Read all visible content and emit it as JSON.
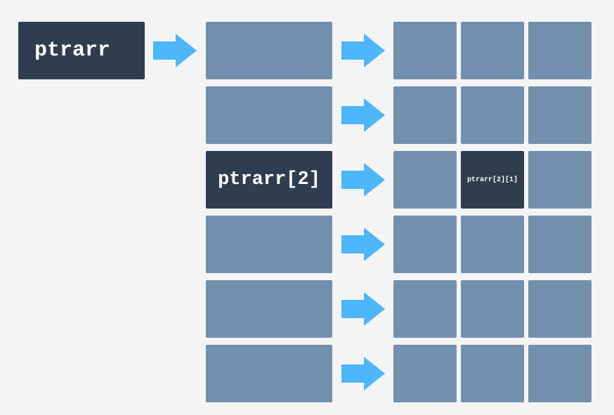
{
  "root_label": "ptrarr",
  "row_label": "ptrarr[2]",
  "cell_label": "ptrarr[2][1]",
  "colors": {
    "background": "#f4f4f5",
    "block": "#7290ae",
    "highlight": "#2f3e4f",
    "arrow": "#4cb7fa",
    "text": "#ffffff"
  },
  "highlight": {
    "row": 2,
    "column": 1
  },
  "grid": {
    "rows": 6,
    "columns": 3
  }
}
